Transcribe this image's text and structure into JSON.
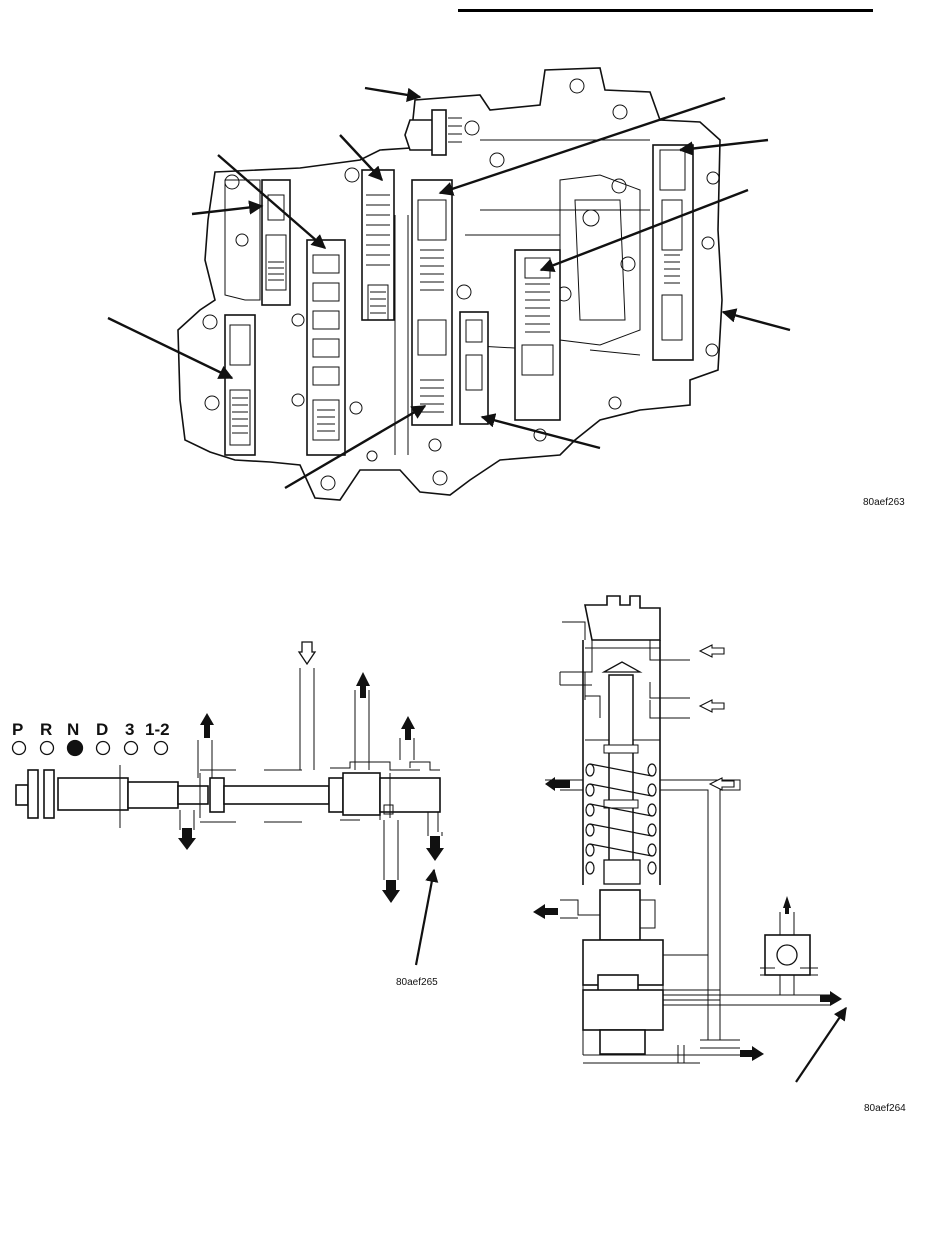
{
  "figures": [
    {
      "code": "80aef263"
    },
    {
      "code": "80aef265"
    },
    {
      "code": "80aef264"
    }
  ],
  "shift_positions": [
    {
      "label": "P",
      "active": false
    },
    {
      "label": "R",
      "active": false
    },
    {
      "label": "N",
      "active": true
    },
    {
      "label": "D",
      "active": false
    },
    {
      "label": "3",
      "active": false
    },
    {
      "label": "1-2",
      "active": false
    }
  ],
  "colors": {
    "line": "#111111",
    "background": "#ffffff",
    "fill_light": "#e6e6e6"
  }
}
